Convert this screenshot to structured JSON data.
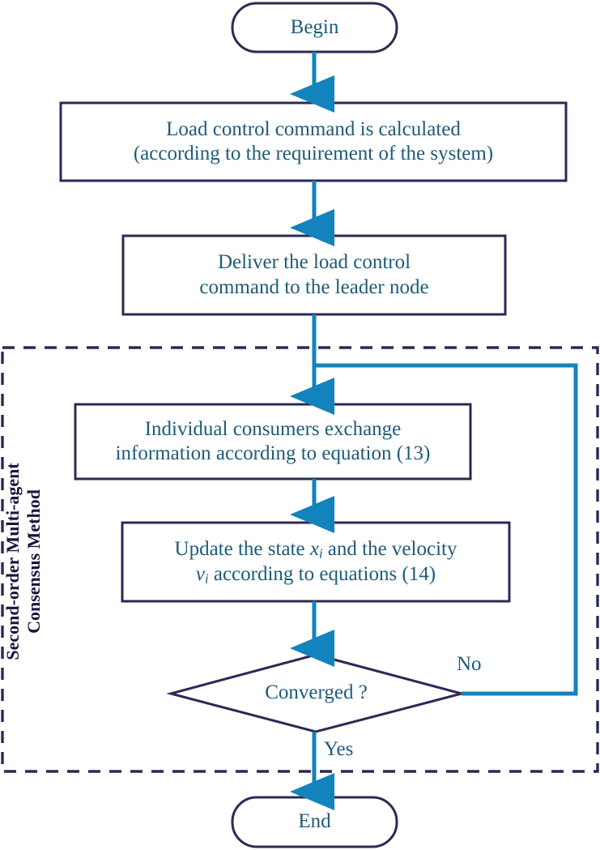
{
  "figure": {
    "type": "flowchart",
    "title": "Second-order Multi-agent Consensus Method load control flowchart",
    "colors": {
      "node_stroke": "#2b2a55",
      "text": "#1d5b7a",
      "arrow": "#1283bd",
      "group_border": "#2b2a55",
      "group_label": "#17163a",
      "background": "#ffffff"
    }
  },
  "nodes": {
    "begin": {
      "label": "Begin",
      "shape": "terminator"
    },
    "calc": {
      "line1": "Load control command is calculated",
      "line2": "(according to the requirement of the system)",
      "shape": "process"
    },
    "deliver": {
      "line1": "Deliver the load control",
      "line2": "command to the leader node",
      "shape": "process"
    },
    "exchange": {
      "line1": "Individual consumers exchange",
      "line2": "information according to equation (13)",
      "shape": "process"
    },
    "update": {
      "line1_pre": "Update the state ",
      "line1_var": "x",
      "line1_sub": "i",
      "line1_post": " and the velocity",
      "line2_var": "v",
      "line2_sub": "i",
      "line2_post": " according to equations (14)",
      "shape": "process"
    },
    "decision": {
      "label": "Converged ?",
      "shape": "decision"
    },
    "end": {
      "label": "End",
      "shape": "terminator"
    }
  },
  "edge_labels": {
    "no": "No",
    "yes": "Yes"
  },
  "group": {
    "line1": "Second-order Multi-agent",
    "line2": "Consensus Method",
    "border_style": "dashed"
  }
}
